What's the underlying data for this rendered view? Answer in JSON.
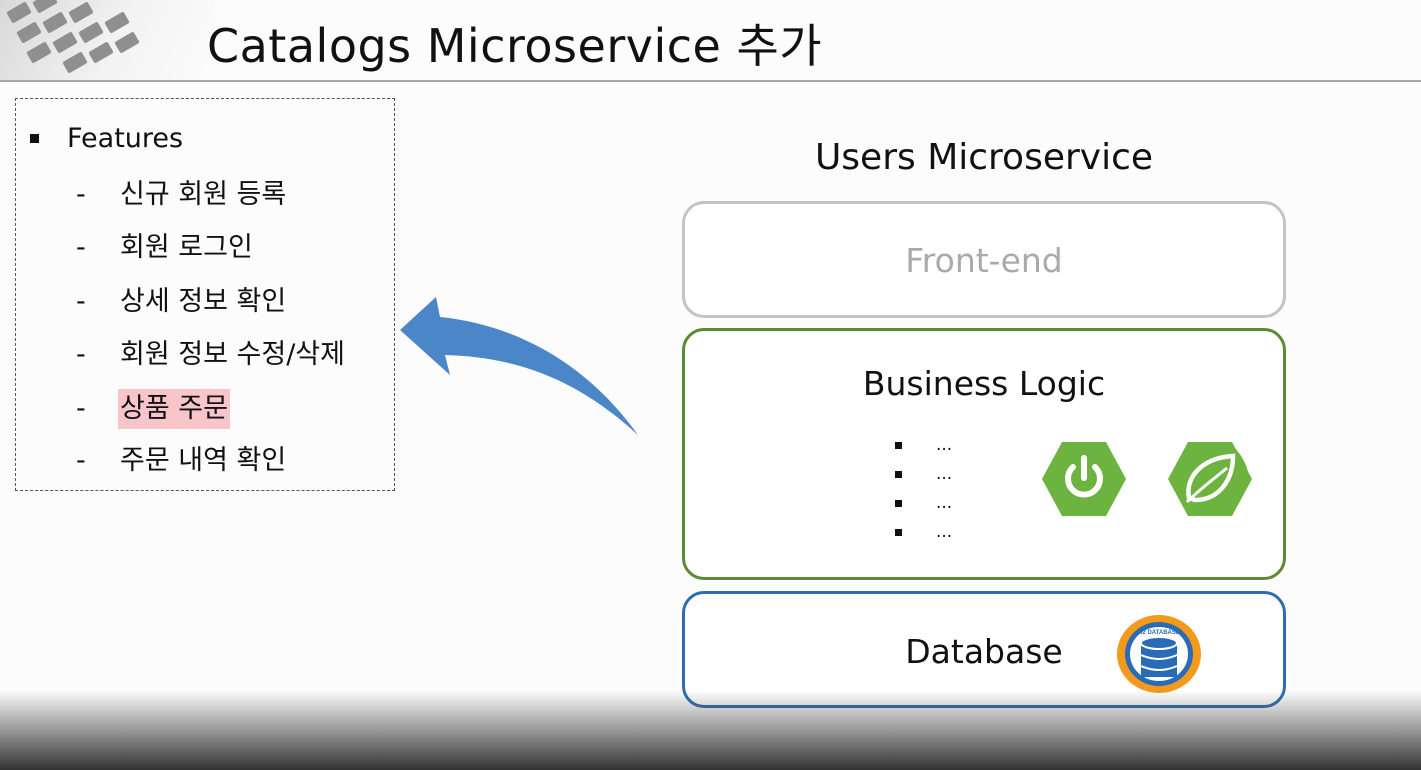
{
  "slide": {
    "title": "Catalogs Microservice 추가"
  },
  "features": {
    "heading": "Features",
    "items": [
      {
        "dash": "-",
        "text": "신규 회원 등록",
        "struck": true,
        "highlighted": false
      },
      {
        "dash": "-",
        "text": "회원 로그인",
        "struck": false,
        "highlighted": false
      },
      {
        "dash": "-",
        "text": "상세 정보 확인",
        "struck": true,
        "highlighted": false
      },
      {
        "dash": "-",
        "text": "회원 정보 수정/삭제",
        "struck": false,
        "highlighted": false
      },
      {
        "dash": "-",
        "text": "상품 주문",
        "struck": false,
        "highlighted": true
      },
      {
        "dash": "-",
        "text": "주문 내역 확인",
        "struck": true,
        "highlighted": false
      }
    ]
  },
  "diagram": {
    "title": "Users Microservice",
    "frontend_label": "Front-end",
    "business_label": "Business Logic",
    "business_items": [
      "...",
      "...",
      "...",
      "..."
    ],
    "database_label": "Database",
    "h2_logo_text": "H2 DATABASE"
  },
  "colors": {
    "frontend_border": "#c4c4c4",
    "business_border": "#5a8a32",
    "database_border": "#2f6db0",
    "arrow": "#4a86c8",
    "spring_green": "#6db33f",
    "highlight": "#f8c5ca"
  },
  "icons": {
    "arrow": "curved-arrow-icon",
    "spring_boot": "spring-boot-icon",
    "spring": "spring-leaf-icon",
    "h2": "h2-database-icon"
  }
}
